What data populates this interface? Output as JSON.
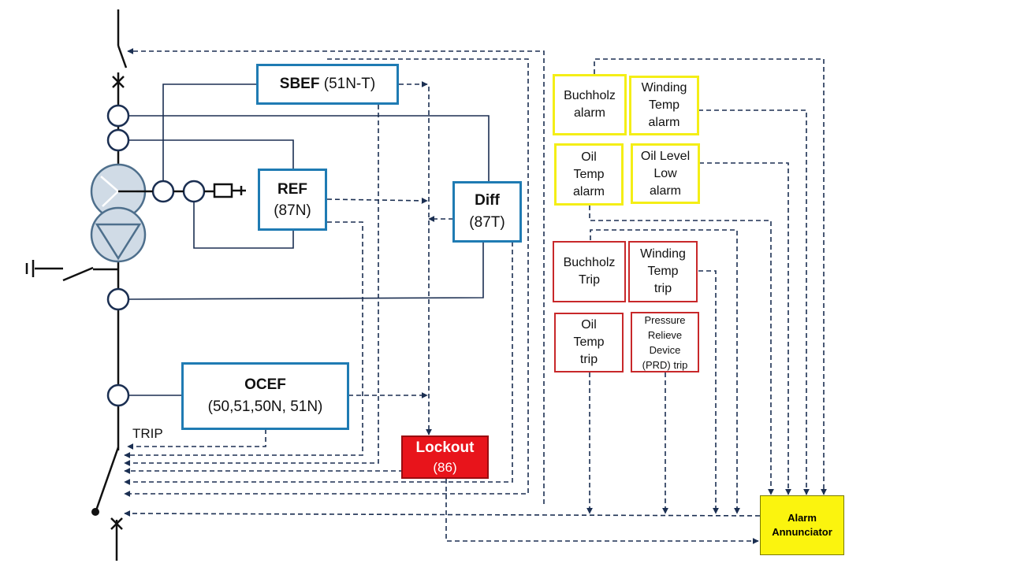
{
  "relays": {
    "sbef": {
      "name": "SBEF",
      "code": "(51N-T)"
    },
    "ref": {
      "name": "REF",
      "code": "(87N)"
    },
    "diff": {
      "name": "Diff",
      "code": "(87T)"
    },
    "ocef": {
      "name": "OCEF",
      "code": "(50,51,50N, 51N)"
    }
  },
  "lockout": {
    "name": "Lockout",
    "code": "(86)"
  },
  "trip_label": "TRIP",
  "alarms": {
    "buchholz": [
      "Buchholz",
      "alarm"
    ],
    "winding_temp": [
      "Winding",
      "Temp",
      "alarm"
    ],
    "oil_temp": [
      "Oil",
      "Temp",
      "alarm"
    ],
    "oil_level": [
      "Oil Level",
      "Low",
      "alarm"
    ]
  },
  "trips": {
    "buchholz": [
      "Buchholz",
      "Trip"
    ],
    "winding_temp": [
      "Winding",
      "Temp",
      "trip"
    ],
    "oil_temp": [
      "Oil",
      "Temp",
      "trip"
    ],
    "prd": [
      "Pressure",
      "Relieve",
      "Device",
      "(PRD) trip"
    ]
  },
  "annunciator": [
    "Alarm",
    "Annunciator"
  ],
  "colors": {
    "relay_border": "#1f7bb3",
    "alarm_border": "#f4ee16",
    "trip_border": "#c8282a",
    "lockout_fill": "#e8141b",
    "annunciator_fill": "#fbf40e",
    "wire": "#1b2f52"
  }
}
